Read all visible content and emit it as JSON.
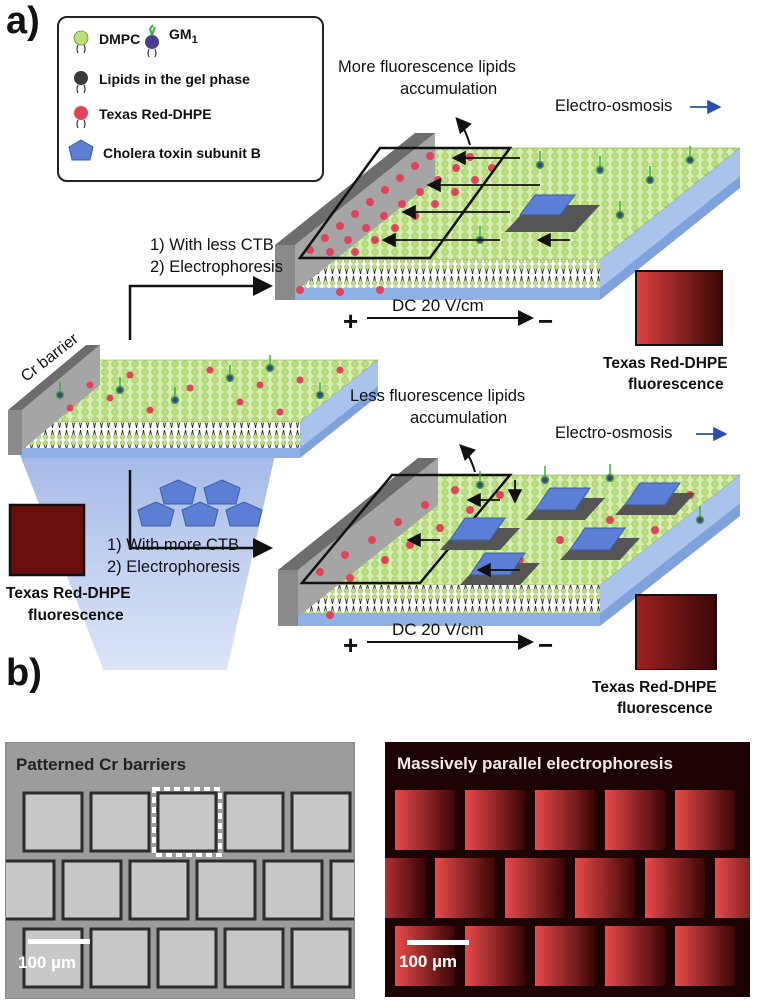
{
  "panels": {
    "a": "a)",
    "b": "b)"
  },
  "legend": {
    "dmpc": "DMPC",
    "gm1": "GM",
    "gm1_sub": "1",
    "gel_lipids": "Lipids in the gel phase",
    "texas_red": "Texas Red-DHPE",
    "ctb": "Cholera toxin subunit B"
  },
  "top_scheme": {
    "annotation": [
      "More fluorescence lipids",
      "accumulation"
    ],
    "electro_osmosis": "Electro-osmosis",
    "steps": [
      "1)  With less CTB",
      "2)  Electrophoresis"
    ],
    "field_plus": "+",
    "field_label": "DC 20 V/cm",
    "field_minus": "−",
    "fluor_caption": [
      "Texas Red-DHPE",
      "fluorescence"
    ]
  },
  "bottom_scheme": {
    "annotation": [
      "Less fluorescence lipids",
      "accumulation"
    ],
    "electro_osmosis": "Electro-osmosis",
    "steps": [
      "1) With more CTB",
      "2) Electrophoresis"
    ],
    "field_plus": "+",
    "field_label": "DC 20 V/cm",
    "field_minus": "−",
    "fluor_caption": [
      "Texas Red-DHPE",
      "fluorescence"
    ]
  },
  "start_scheme": {
    "barrier_label": "Cr barrier",
    "fluor_caption": [
      "Texas Red-DHPE",
      "fluorescence"
    ]
  },
  "micrographs": {
    "left_title": "Patterned Cr barriers",
    "right_title": "Massively parallel electrophoresis",
    "scale_left": "100 µm",
    "scale_right": "100 µm"
  },
  "colors": {
    "lipid_head": "#b9e07a",
    "dye_head": "#e0445a",
    "gm1_head": "#4a3d8f",
    "gel_head": "#3a3a3a",
    "ctb": "#5b7fd4",
    "substrate": "#8fb1e6",
    "barrier": "#8a8a8a",
    "fluor_dark": "#3a0707",
    "fluor_bright": "#e04040"
  }
}
